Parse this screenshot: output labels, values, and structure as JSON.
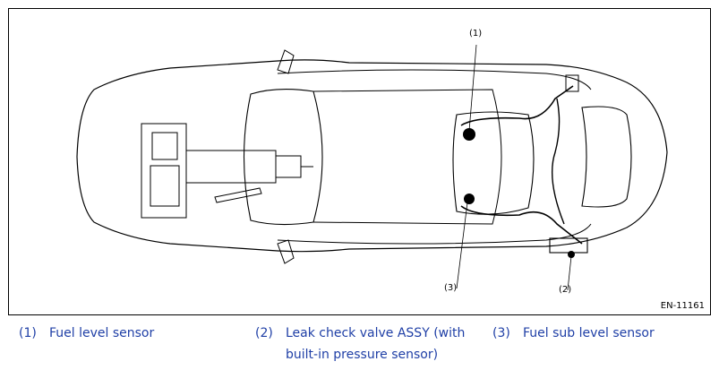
{
  "figure": {
    "id_label": "EN-11161",
    "callouts": [
      {
        "num": "(1)"
      },
      {
        "num": "(2)"
      },
      {
        "num": "(3)"
      }
    ]
  },
  "legend": [
    {
      "num": "(1)",
      "text": "Fuel level sensor"
    },
    {
      "num": "(2)",
      "text": "Leak check valve ASSY (with built-in pressure sensor)"
    },
    {
      "num": "(3)",
      "text": "Fuel sub level sensor"
    }
  ],
  "colors": {
    "legend_text": "#1f3fa6",
    "line": "#000000"
  }
}
